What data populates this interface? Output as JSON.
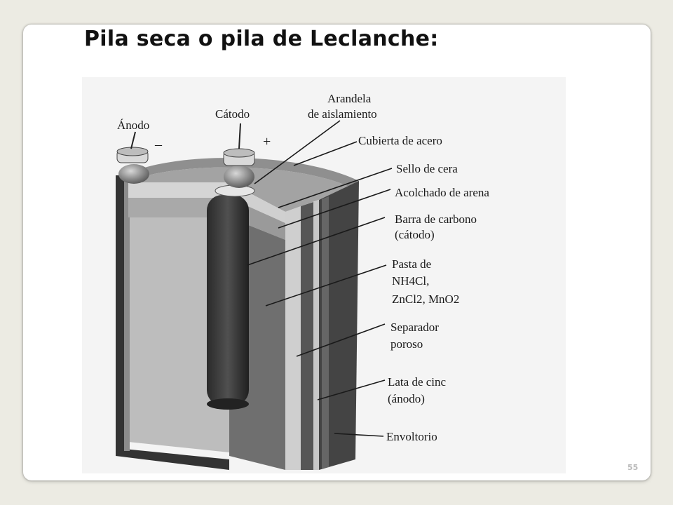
{
  "slide": {
    "title": "Pila seca o pila de Leclanche:",
    "page_number": "55"
  },
  "diagram": {
    "terminals": {
      "anode": "Ánodo",
      "cathode": "Cátodo",
      "minus": "–",
      "plus": "+"
    },
    "labels": {
      "arandela_1": "Arandela",
      "arandela_2": "de aislamiento",
      "cubierta": "Cubierta de acero",
      "sello": "Sello de cera",
      "acolchado": "Acolchado de arena",
      "barra_1": "Barra de carbono",
      "barra_2": "(cátodo)",
      "pasta_1": "Pasta de",
      "pasta_2": "NH4Cl,",
      "pasta_3": "ZnCl2, MnO2",
      "separador_1": "Separador",
      "separador_2": "poroso",
      "lata_1": "Lata de cinc",
      "lata_2": "(ánodo)",
      "envoltorio": "Envoltorio"
    }
  }
}
